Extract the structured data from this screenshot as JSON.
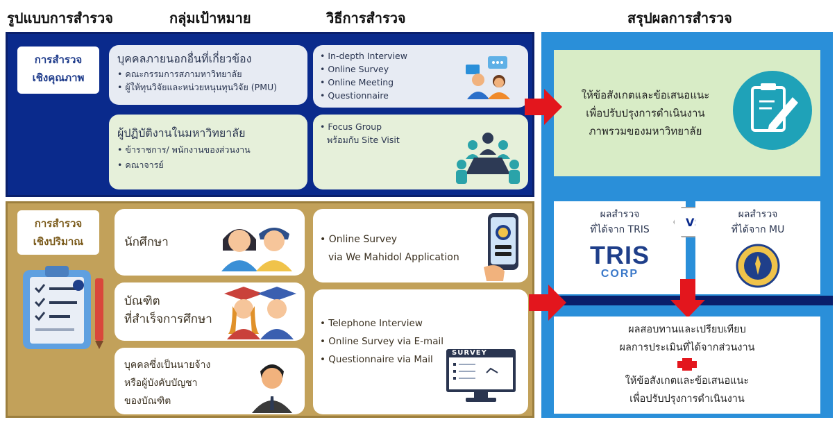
{
  "headers": {
    "format": "รูปแบบการสำรวจ",
    "target": "กลุ่มเป้าหมาย",
    "method": "วิธีการสำรวจ",
    "summary": "สรุปผลการสำรวจ"
  },
  "qualitative": {
    "title_l1": "การสำรวจ",
    "title_l2": "เชิงคุณภาพ",
    "group1": {
      "heading": "บุคคลภายนอกอื่นที่เกี่ยวข้อง",
      "items": [
        "คณะกรรมการสภามหาวิทยาลัย",
        "ผู้ให้ทุนวิจัยและหน่วยหนุนทุนวิจัย (PMU)"
      ]
    },
    "group2": {
      "heading": "ผู้ปฏิบัติงานในมหาวิทยาลัย",
      "items": [
        "ข้าราชการ/ พนักงานของส่วนงาน",
        "คณาจารย์"
      ]
    },
    "methods1": [
      "In-depth Interview",
      "Online Survey",
      "Online Meeting",
      "Questionnaire"
    ],
    "methods2": [
      "Focus Group",
      "พร้อมกับ Site Visit"
    ]
  },
  "quantitative": {
    "title_l1": "การสำรวจ",
    "title_l2": "เชิงปริมาณ",
    "group1": "นักศึกษา",
    "group2_l1": "บัณฑิต",
    "group2_l2": "ที่สำเร็จการศึกษา",
    "group3_l1": "บุคคลซึ่งเป็นนายจ้าง",
    "group3_l2": "หรือผู้บังคับบัญชา",
    "group3_l3": "ของบัณฑิต",
    "method1_l1": "Online Survey",
    "method1_l2": "via We Mahidol Application",
    "methods2": [
      "Telephone Interview",
      "Online Survey via E-mail",
      "Questionnaire via Mail"
    ],
    "survey_label": "SURVEY"
  },
  "summary": {
    "top_l1": "ให้ข้อสังเกตและข้อเสนอแนะ",
    "top_l2": "เพื่อปรับปรุงการดำเนินงาน",
    "top_l3": "ภาพรวมของมหาวิทยาลัย",
    "tris_l1": "ผลสำรวจ",
    "tris_l2": "ที่ได้จาก TRIS",
    "tris_logo_top": "TRIS",
    "tris_logo_bottom": "CORP",
    "vs": "VS",
    "mu_l1": "ผลสำรวจ",
    "mu_l2": "ที่ได้จาก MU",
    "bottom_l1": "ผลสอบทานและเปรียบเทียบ",
    "bottom_l2": "ผลการประเมินที่ได้จากส่วนงาน",
    "bottom_l3": "ให้ข้อสังเกตและข้อเสนอแนะ",
    "bottom_l4": "เพื่อปรับปรุงการดำเนินงาน"
  },
  "colors": {
    "blue_panel": "#0a2a8c",
    "gold_panel": "#c2a15a",
    "summary_panel": "#2a8fd9",
    "arrow": "#e3161d"
  }
}
